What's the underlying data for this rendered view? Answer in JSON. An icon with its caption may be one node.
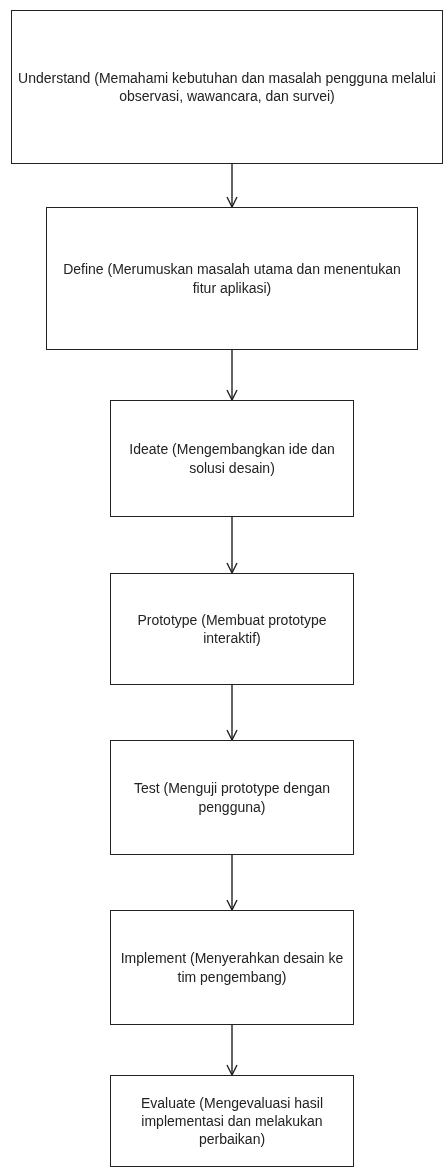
{
  "diagram": {
    "nodes": [
      {
        "text": [
          "Understand (Memahami kebutuhan dan masalah pengguna melalui observasi, wawancara, dan survei)"
        ]
      },
      {
        "text": [
          "Define (Merumuskan masalah utama dan menentukan fitur aplikasi)"
        ]
      },
      {
        "text": [
          "Ideate (Mengembangkan ide dan solusi desain)"
        ]
      },
      {
        "text": [
          "Prototype (Membuat prototype interaktif)"
        ]
      },
      {
        "text": [
          "Test (Menguji prototype dengan pengguna)"
        ]
      },
      {
        "text": [
          "Implement (Menyerahkan desain ke tim pengembang)"
        ]
      },
      {
        "text": [
          "Evaluate (Mengevaluasi hasil implementasi dan melakukan perbaikan)"
        ]
      }
    ],
    "edges": [
      {
        "from": 0,
        "to": 1,
        "arrow": "to"
      },
      {
        "from": 1,
        "to": 2,
        "arrow": "to"
      },
      {
        "from": 2,
        "to": 3,
        "arrow": "to"
      },
      {
        "from": 3,
        "to": 4,
        "arrow": "to"
      },
      {
        "from": 4,
        "to": 5,
        "arrow": "to"
      },
      {
        "from": 5,
        "to": 6,
        "arrow": "to"
      }
    ]
  }
}
